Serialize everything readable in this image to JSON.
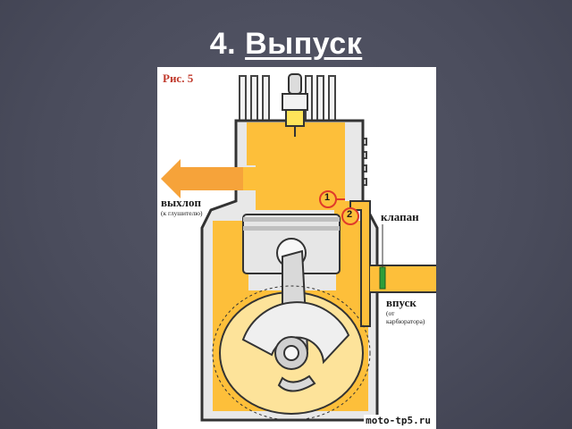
{
  "slide": {
    "title_number": "4.",
    "title_word": "Выпуск"
  },
  "figure": {
    "caption": "Рис. 5",
    "labels": {
      "exhaust": "выхлоп",
      "exhaust_sub": "(к глушителю)",
      "valve": "клапан",
      "intake": "впуск",
      "intake_sub_1": "(от",
      "intake_sub_2": "карбюратора)",
      "port_1": "1",
      "port_2": "2"
    },
    "watermark": "moto-tp5.ru"
  },
  "colors": {
    "background": "#4b4d5e",
    "mixture": "#fdbf3a",
    "mixture_light": "#fde39a",
    "engine_outline": "#333333",
    "exhaust_arrow": "#f6a33a",
    "port_marker": "#e03a2a",
    "valve": "#2e9e3a"
  }
}
